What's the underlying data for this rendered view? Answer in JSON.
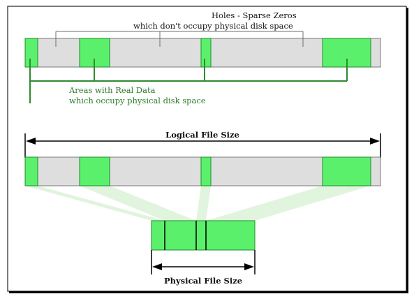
{
  "labels": {
    "holes_line1": "Holes - Sparse Zeros",
    "holes_line2": "which don't occupy physical disk space",
    "data_line1": "Areas with Real Data",
    "data_line2": "which occupy physical disk space",
    "logical_size": "Logical File Size",
    "physical_size": "Physical File Size"
  },
  "colors": {
    "data_fill": "#5bf06c",
    "data_stroke": "#1d8a2a",
    "hole_fill": "#dedede",
    "hole_stroke": "#7a7a7a",
    "data_line": "#2e8b2e",
    "projection": "#c9ecc2",
    "text_black": "#111111",
    "text_green": "#2a7a2a"
  }
}
